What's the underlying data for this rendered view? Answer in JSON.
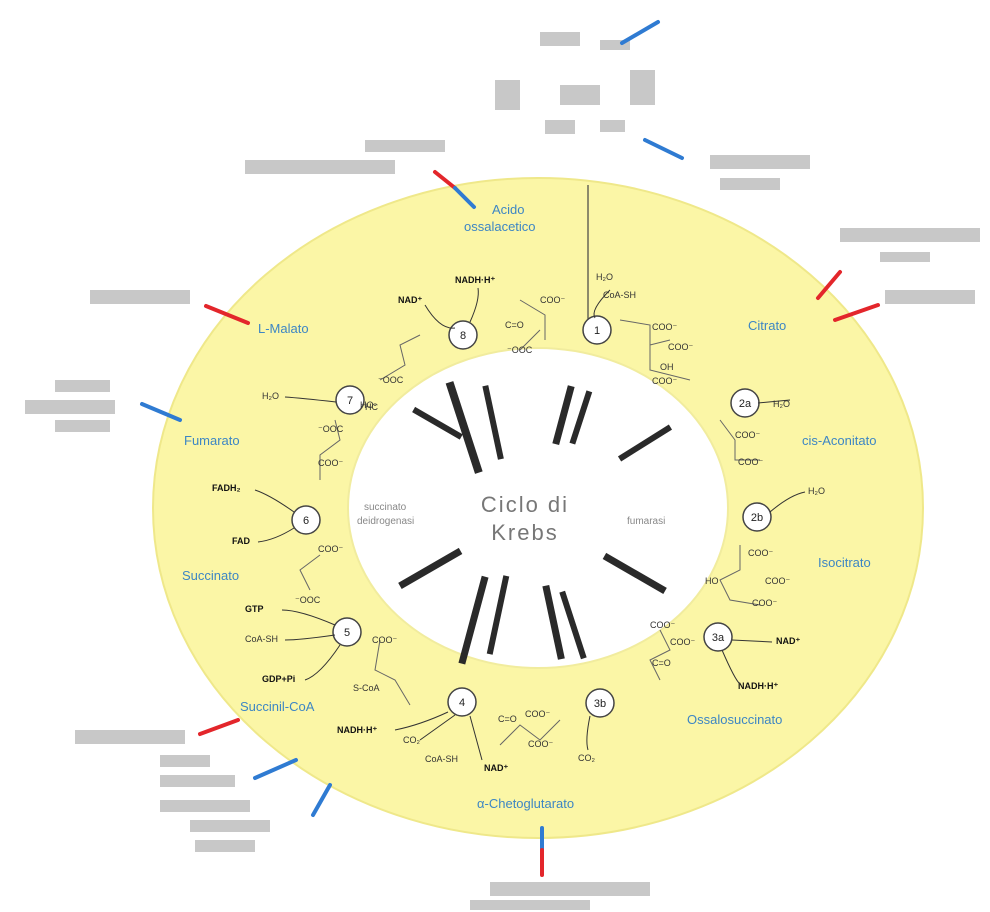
{
  "diagram": {
    "title_line1": "Ciclo di",
    "title_line2": "Krebs",
    "enzyme_left_line1": "succinato",
    "enzyme_left_line2": "deidrogenasi",
    "enzyme_right": "fumarasi",
    "colors": {
      "ring_fill": "#fbf6a6",
      "metabolite": "#3d86c4",
      "arrow_red": "#e3262b",
      "arrow_blue": "#2f7bd2"
    },
    "steps": [
      "1",
      "2a",
      "2b",
      "3a",
      "3b",
      "4",
      "5",
      "6",
      "7",
      "8"
    ],
    "metabolites": {
      "oxaloacetate_line1": "Acido",
      "oxaloacetate_line2": "ossalacetico",
      "citrate": "Citrato",
      "cis_aconitate": "cis-Aconitato",
      "isocitrate": "Isocitrato",
      "oxalosuccinate": "Ossalosuccinato",
      "alpha_ketoglutarate": "α-Chetoglutarato",
      "succinyl_coa": "Succinil-CoA",
      "succinate": "Succinato",
      "fumarate": "Fumarato",
      "malate": "L-Malato"
    },
    "cofactors": {
      "nad_top": "NAD⁺",
      "nadh_top": "NADH·H⁺",
      "h2o_top": "H₂O",
      "coash_top": "CoA-SH",
      "h2o_2a": "H₂O",
      "h2o_2b": "H₂O",
      "nad_3a": "NAD⁺",
      "nadh_3a": "NADH·H⁺",
      "co2_3b": "CO₂",
      "nadh_4": "NADH·H⁺",
      "co2_4": "CO₂",
      "coash_4": "CoA-SH",
      "nad_4": "NAD⁺",
      "gtp_5": "GTP",
      "coash_5": "CoA-SH",
      "gdp_5": "GDP+Pi",
      "fadh2_6": "FADH₂",
      "fad_6": "FAD",
      "h2o_7": "H₂O",
      "s_coa": "S-CoA"
    }
  }
}
